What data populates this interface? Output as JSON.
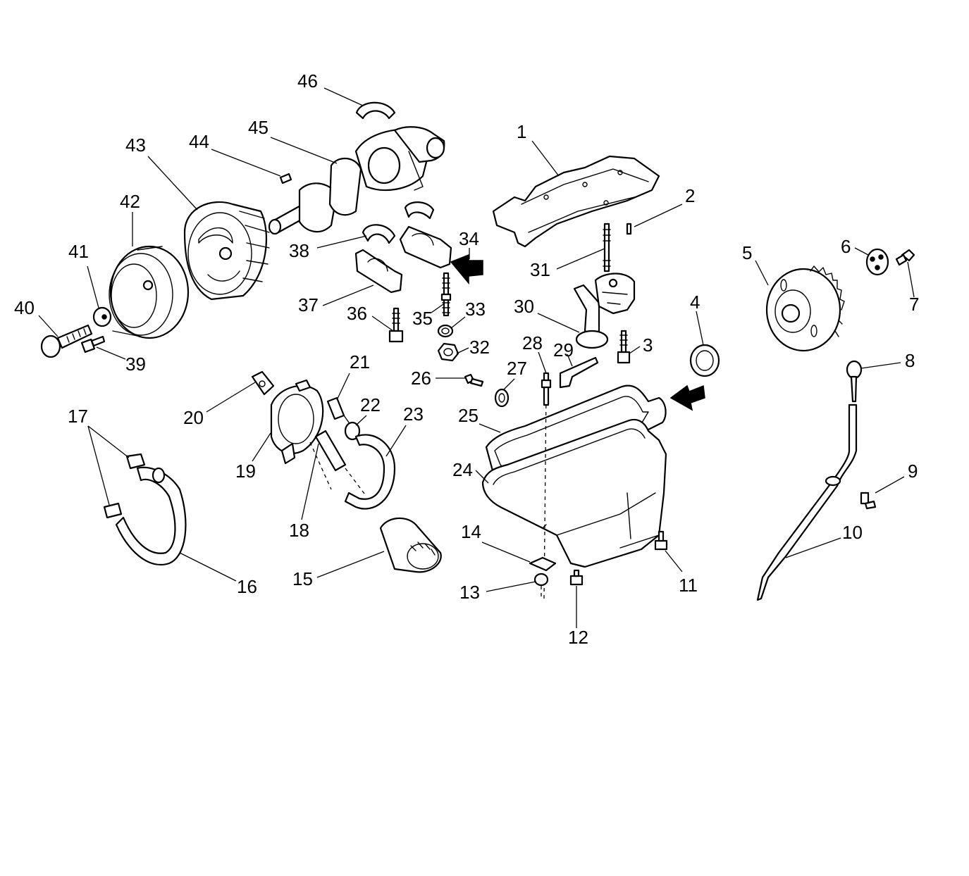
{
  "callouts": [
    {
      "id": "1",
      "label": "1"
    },
    {
      "id": "2",
      "label": "2"
    },
    {
      "id": "3",
      "label": "3"
    },
    {
      "id": "4",
      "label": "4"
    },
    {
      "id": "5",
      "label": "5"
    },
    {
      "id": "6",
      "label": "6"
    },
    {
      "id": "7",
      "label": "7"
    },
    {
      "id": "8",
      "label": "8"
    },
    {
      "id": "9",
      "label": "9"
    },
    {
      "id": "10",
      "label": "10"
    },
    {
      "id": "11",
      "label": "11"
    },
    {
      "id": "12",
      "label": "12"
    },
    {
      "id": "13",
      "label": "13"
    },
    {
      "id": "14",
      "label": "14"
    },
    {
      "id": "15",
      "label": "15"
    },
    {
      "id": "16",
      "label": "16"
    },
    {
      "id": "17",
      "label": "17"
    },
    {
      "id": "18",
      "label": "18"
    },
    {
      "id": "19",
      "label": "19"
    },
    {
      "id": "20",
      "label": "20"
    },
    {
      "id": "21",
      "label": "21"
    },
    {
      "id": "22",
      "label": "22"
    },
    {
      "id": "23",
      "label": "23"
    },
    {
      "id": "24",
      "label": "24"
    },
    {
      "id": "25",
      "label": "25"
    },
    {
      "id": "26",
      "label": "26"
    },
    {
      "id": "27",
      "label": "27"
    },
    {
      "id": "28",
      "label": "28"
    },
    {
      "id": "29",
      "label": "29"
    },
    {
      "id": "30",
      "label": "30"
    },
    {
      "id": "31",
      "label": "31"
    },
    {
      "id": "32",
      "label": "32"
    },
    {
      "id": "33",
      "label": "33"
    },
    {
      "id": "34",
      "label": "34"
    },
    {
      "id": "35",
      "label": "35"
    },
    {
      "id": "36",
      "label": "36"
    },
    {
      "id": "37",
      "label": "37"
    },
    {
      "id": "38",
      "label": "38"
    },
    {
      "id": "39",
      "label": "39"
    },
    {
      "id": "40",
      "label": "40"
    },
    {
      "id": "41",
      "label": "41"
    },
    {
      "id": "42",
      "label": "42"
    },
    {
      "id": "43",
      "label": "43"
    },
    {
      "id": "44",
      "label": "44"
    },
    {
      "id": "45",
      "label": "45"
    },
    {
      "id": "46",
      "label": "46"
    }
  ],
  "style": {
    "line_color": "#000000",
    "background": "#ffffff"
  }
}
